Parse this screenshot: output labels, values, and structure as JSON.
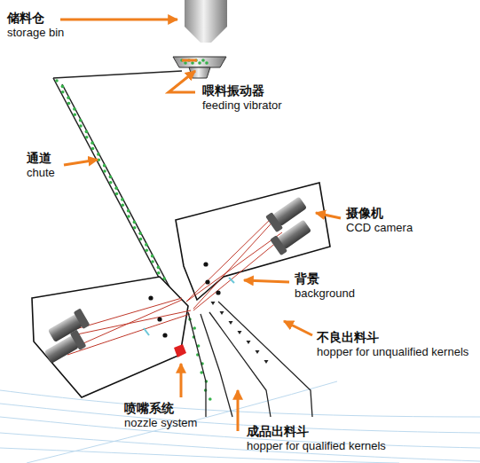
{
  "diagram": {
    "labels": [
      "储料仓",
      "storage bin",
      "喂料振动器",
      "feeding vibrator",
      "通道",
      "chute",
      "摄像机",
      "CCD camera",
      "背景",
      "background",
      "不良出料斗",
      "hopper for unqualified kernels",
      "喷嘴系统",
      "nozzle system",
      "成品出料斗",
      "hopper for qualified kernels"
    ]
  }
}
